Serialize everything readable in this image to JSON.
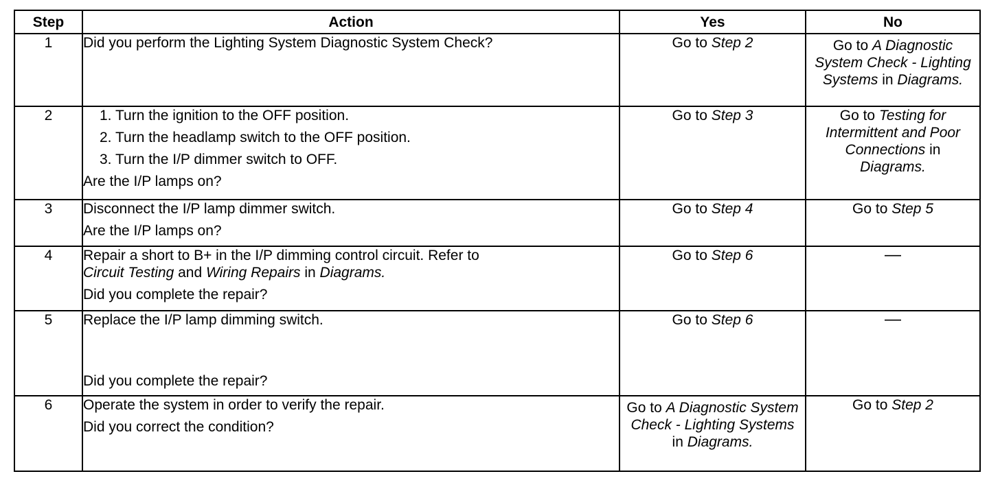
{
  "headers": {
    "step": "Step",
    "action": "Action",
    "yes": "Yes",
    "no": "No"
  },
  "rows": [
    {
      "step": "1",
      "action": {
        "line1": "Did you perform the Lighting System Diagnostic System Check?"
      },
      "yes": {
        "prefix": "Go to ",
        "target": "Step 2"
      },
      "no": {
        "prefix": "Go to ",
        "target": "A Diagnostic System Check - Lighting Systems",
        "mid": " in ",
        "doc": "Diagrams."
      }
    },
    {
      "step": "2",
      "action": {
        "items": [
          "1.  Turn the ignition to the OFF position.",
          "2.  Turn the headlamp switch to the OFF position.",
          "3.  Turn the I/P dimmer switch to OFF."
        ],
        "question": "Are the I/P lamps on?"
      },
      "yes": {
        "prefix": "Go to ",
        "target": "Step 3"
      },
      "no": {
        "prefix": "Go to ",
        "target": "Testing for Intermittent and Poor Connections",
        "mid": " in ",
        "doc": "Diagrams."
      }
    },
    {
      "step": "3",
      "action": {
        "line1": "Disconnect the I/P lamp dimmer switch.",
        "question": "Are the I/P lamps on?"
      },
      "yes": {
        "prefix": "Go to ",
        "target": "Step 4"
      },
      "no": {
        "prefix": "Go to ",
        "target": "Step 5"
      }
    },
    {
      "step": "4",
      "action": {
        "line1": "Repair a short to B+ in the I/P dimming control circuit. Refer to",
        "ref1": "Circuit Testing",
        "and": " and ",
        "ref2": "Wiring Repairs",
        "in": " in ",
        "doc": "Diagrams.",
        "question": "Did you complete the repair?"
      },
      "yes": {
        "prefix": "Go to ",
        "target": "Step 6"
      },
      "no": {
        "dash": "—"
      }
    },
    {
      "step": "5",
      "action": {
        "line1": "Replace the I/P lamp dimming switch.",
        "question": "Did you complete the repair?"
      },
      "yes": {
        "prefix": "Go to ",
        "target": "Step 6"
      },
      "no": {
        "dash": "—"
      }
    },
    {
      "step": "6",
      "action": {
        "line1": "Operate the system in order to verify the repair.",
        "question": "Did you correct the condition?"
      },
      "yes": {
        "prefix": "Go to ",
        "target": "A Diagnostic System Check - Lighting Systems",
        "mid": " in ",
        "doc": "Diagrams."
      },
      "no": {
        "prefix": "Go to ",
        "target": "Step 2"
      }
    }
  ]
}
